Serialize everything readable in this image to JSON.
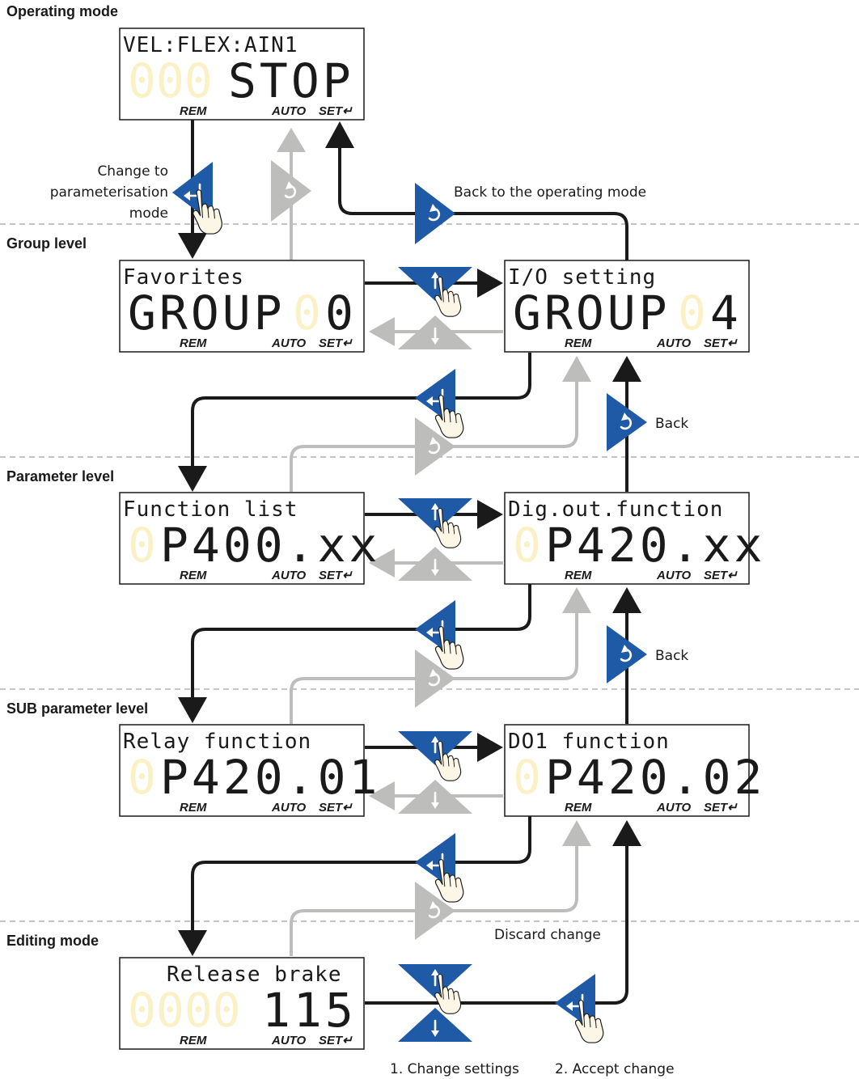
{
  "levels": {
    "operating": "Operating mode",
    "group": "Group level",
    "parameter": "Parameter level",
    "sub_parameter": "SUB parameter level",
    "editing": "Editing mode"
  },
  "status": {
    "rem": "REM",
    "auto": "AUTO",
    "set": "SET↵"
  },
  "displays": {
    "operating": {
      "top": "VEL:FLEX:AIN1",
      "ghost": "000",
      "main": "STOP"
    },
    "group_left": {
      "top": "Favorites",
      "main": "GROUP",
      "ghost": "0",
      "digit": "0"
    },
    "group_right": {
      "top": "I/O setting",
      "main": "GROUP",
      "ghost": "0",
      "digit": "4"
    },
    "param_left": {
      "top": "Function list",
      "ghost": "0",
      "main": "P400.xx"
    },
    "param_right": {
      "top": "Dig.out.function",
      "ghost": "0",
      "main": "P420.xx"
    },
    "sub_left": {
      "top": "Relay function",
      "ghost": "0",
      "main": "P420.01"
    },
    "sub_right": {
      "top": "DO1 function",
      "ghost": "0",
      "main": "P420.02"
    },
    "editing": {
      "top": "Release brake",
      "ghost": "0000",
      "main": "115"
    }
  },
  "captions": {
    "change_to_param_1": "Change to",
    "change_to_param_2": "parameterisation",
    "change_to_param_3": "mode",
    "back_to_operating": "Back to the operating mode",
    "back_1": "Back",
    "back_2": "Back",
    "discard": "Discard change",
    "change_settings": "1. Change settings",
    "accept": "2. Accept change"
  },
  "colors": {
    "button_blue": "#1f5aa6",
    "inactive_grey": "#bdbdbb",
    "flow_black": "#1a1a1a",
    "ghost_digit": "#fbf1c7"
  }
}
